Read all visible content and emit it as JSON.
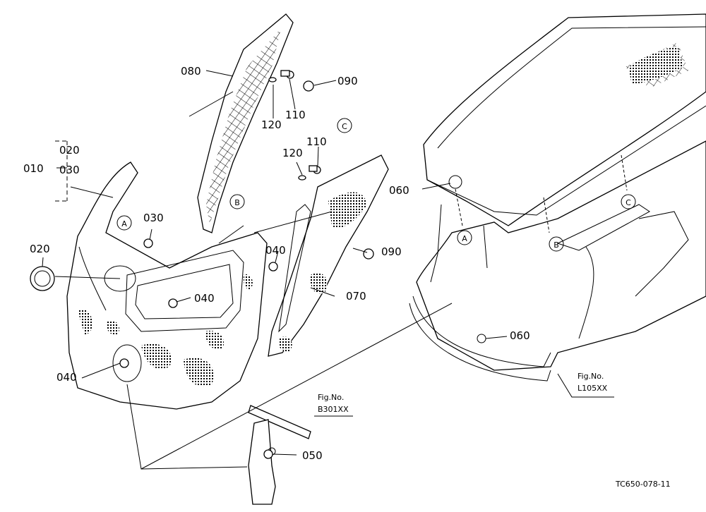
{
  "labels": {
    "p080": "080",
    "p090a": "090",
    "p090b": "090",
    "p110a": "110",
    "p110b": "110",
    "p120a": "120",
    "p120b": "120",
    "p010": "010",
    "p020a": "020",
    "p030a": "030",
    "p030b": "030",
    "p020b": "020",
    "p040a": "040",
    "p040b": "040",
    "p040c": "040",
    "p060a": "060",
    "p060b": "060",
    "p070": "070",
    "p050": "050"
  },
  "refs": {
    "a1": "A",
    "a2": "A",
    "b1": "B",
    "b2": "B",
    "c1": "C",
    "c2": "C"
  },
  "figrefs": {
    "fig1_title": "Fig.No.",
    "fig1_code": "B301XX",
    "fig2_title": "Fig.No.",
    "fig2_code": "L105XX"
  },
  "drawing_code": "TC650-078-11"
}
